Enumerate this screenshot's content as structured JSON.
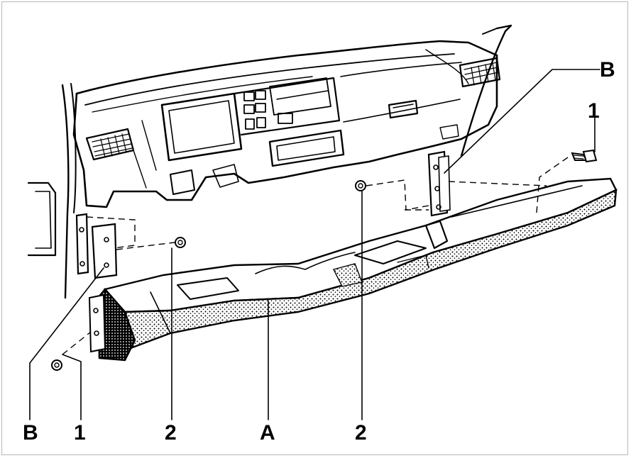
{
  "diagram": {
    "callouts": {
      "b_top_right": "B",
      "one_top_right": "1",
      "b_bottom_left": "B",
      "one_bottom_left": "1",
      "two_left": "2",
      "a_center": "A",
      "two_right": "2"
    },
    "parts": {
      "dashboard": "dashboard-assembly",
      "shelf": "lower-dash-panel",
      "brackets": "mounting-brackets",
      "bolts": "bolts",
      "nuts": "nuts"
    },
    "colors": {
      "ink": "#000000",
      "background": "#ffffff",
      "border": "#b8b8b8"
    }
  }
}
